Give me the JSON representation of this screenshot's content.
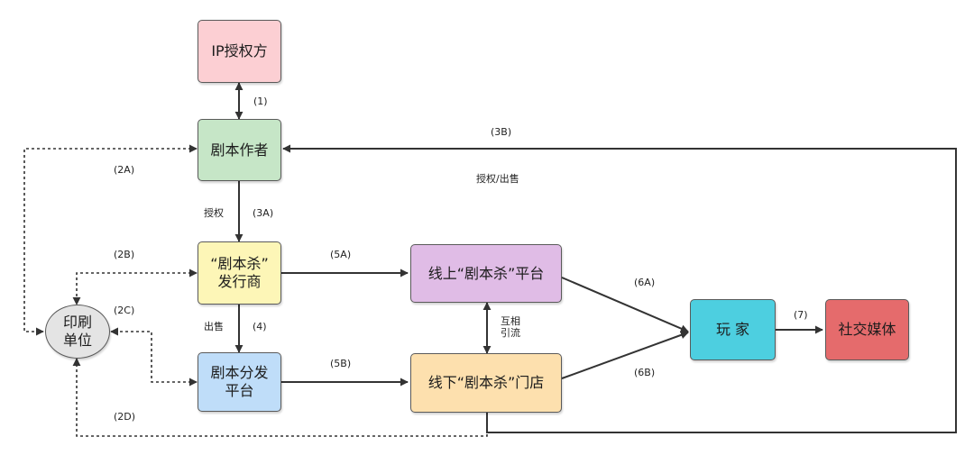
{
  "nodes": {
    "ip_licensor": {
      "text": "IP授权方",
      "color": "#fccfd3"
    },
    "script_author": {
      "text": "剧本作者",
      "color": "#c6e6c7"
    },
    "publisher": {
      "text": "“剧本杀”\n发行商",
      "color": "#fdf6b7"
    },
    "distribution_platform": {
      "text": "剧本分发\n平台",
      "color": "#bfddf9"
    },
    "online_platform": {
      "text": "线上“剧本杀”平台",
      "color": "#e0bce6"
    },
    "offline_store": {
      "text": "线下“剧本杀”门店",
      "color": "#fde0ae"
    },
    "players": {
      "text": "玩 家",
      "color": "#4dcfe0"
    },
    "social_media": {
      "text": "社交媒体",
      "color": "#e56b6c"
    },
    "printing_unit": {
      "text": "印刷\n单位",
      "color": "#e4e4e4"
    }
  },
  "labels": {
    "l1": "(1)",
    "l2a": "(2A)",
    "l2b": "(2B)",
    "l2c": "(2C)",
    "l2d": "(2D)",
    "l3a": "(3A)",
    "l3b": "(3B)",
    "authorize": "授权",
    "authorize_sell": "授权/出售",
    "sell": "出售",
    "l4": "(4)",
    "l5a": "(5A)",
    "l5b": "(5B)",
    "l6a": "(6A)",
    "l6b": "(6B)",
    "l7": "(7)",
    "mutual_traffic": "互相\n引流"
  },
  "colors": {
    "line": "#333333"
  }
}
